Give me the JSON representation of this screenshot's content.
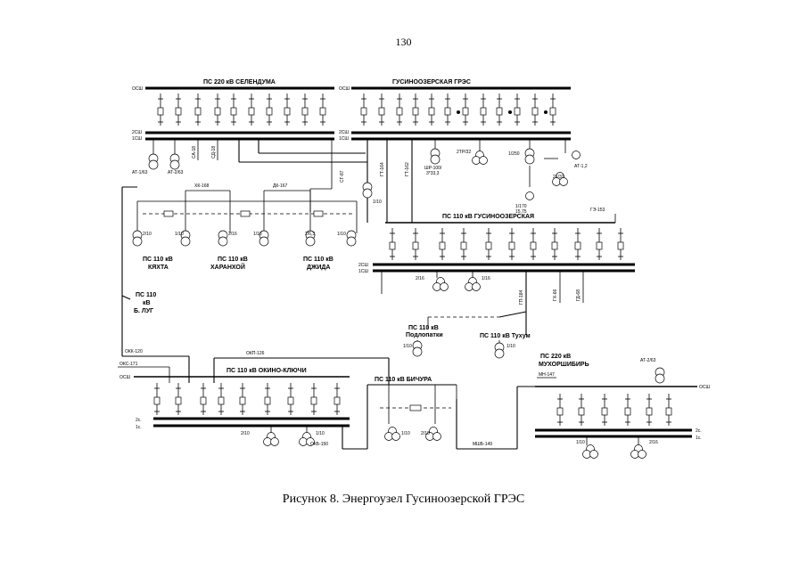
{
  "page_number": "130",
  "caption": "Рисунок 8.  Энергоузел Гусиноозерской ГРЭС",
  "substations": {
    "selenduma": "ПС 220 кВ СЕЛЕНДУМА",
    "gres": "ГУСИНООЗЕРСКАЯ ГРЭС",
    "gusinoozerskaya": "ПС 110 кВ ГУСИНООЗЕРСКАЯ",
    "kyakhta_1": "ПС 110 кВ",
    "kyakhta_2": "КЯХТА",
    "kharankhoy_1": "ПС 110 кВ",
    "kharankhoy_2": "ХАРАНХОЙ",
    "dzhida_1": "ПС 110 кВ",
    "dzhida_2": "ДЖИДА",
    "b_lug_1": "ПС 110",
    "b_lug_2": "кВ",
    "b_lug_3": "Б. ЛУГ",
    "podlopatki_1": "ПС 110 кВ",
    "podlopatki_2": "Подлопатки",
    "tukhum": "ПС 110 кВ Тухум",
    "okino_klyuchi": "ПС 110 кВ ОКИНО-КЛЮЧИ",
    "bichura": "ПС 110 кВ БИЧУРА",
    "mukhorshibir_1": "ПС 220 кВ",
    "mukhorshibir_2": "МУХОРШИБИРЬ"
  },
  "bus_labels": {
    "osh": "ОСШ",
    "sh2": "2СШ",
    "sh1": "1СШ",
    "s2": "2с.",
    "s1": "1с."
  },
  "line_labels": {
    "xk168": "ХК-168",
    "dk167": "ДК-167",
    "ge153": "ГЭ-153",
    "okk120": "ОКК-120",
    "oks171": "ОКС-171",
    "okp126": "ОКП-126",
    "okb150": "ОКБ-150",
    "mshb149": "МШБ-149",
    "mn147": "МН-147",
    "gp184": "ГП-184",
    "gt164": "ГТ-164",
    "gt162": "ГТ-162",
    "gkh66": "ГХ-66",
    "gd68": "ГД-68",
    "sd": "СД-18",
    "sa": "СА-18",
    "sg": "СГ-87"
  },
  "equipment": {
    "at1_63": "АТ-1/63",
    "at2_63": "АТ-2/63",
    "at1_2": "АТ-1,2",
    "at2_63_m": "АТ-2/63",
    "tr_2_32": "2ТР/32",
    "shr": "ШР-100/",
    "shr2": "3*33,3",
    "t1_250": "1/250",
    "t21_32": "21/32",
    "t1_170": "1/170",
    "t15_75": "15,75",
    "t1_10_g": "1/10",
    "k_2_10": "2/10",
    "k_1_10": "1/10",
    "kh_2_16": "2/16",
    "kh_1_16": "1/16",
    "dz_2_6_3": "2/6,3",
    "dz_1_10": "1/10",
    "gu_2_16": "2/16",
    "gu_1_16": "1/16",
    "pod_1_10": "1/10",
    "tuk_1_10": "1/10",
    "ok_2_10": "2/10",
    "ok_1_10": "1/10",
    "bi_2_10": "2/10",
    "bi_1_10": "1/10",
    "mu_1_10": "1/10",
    "mu_2_16": "2/16"
  }
}
